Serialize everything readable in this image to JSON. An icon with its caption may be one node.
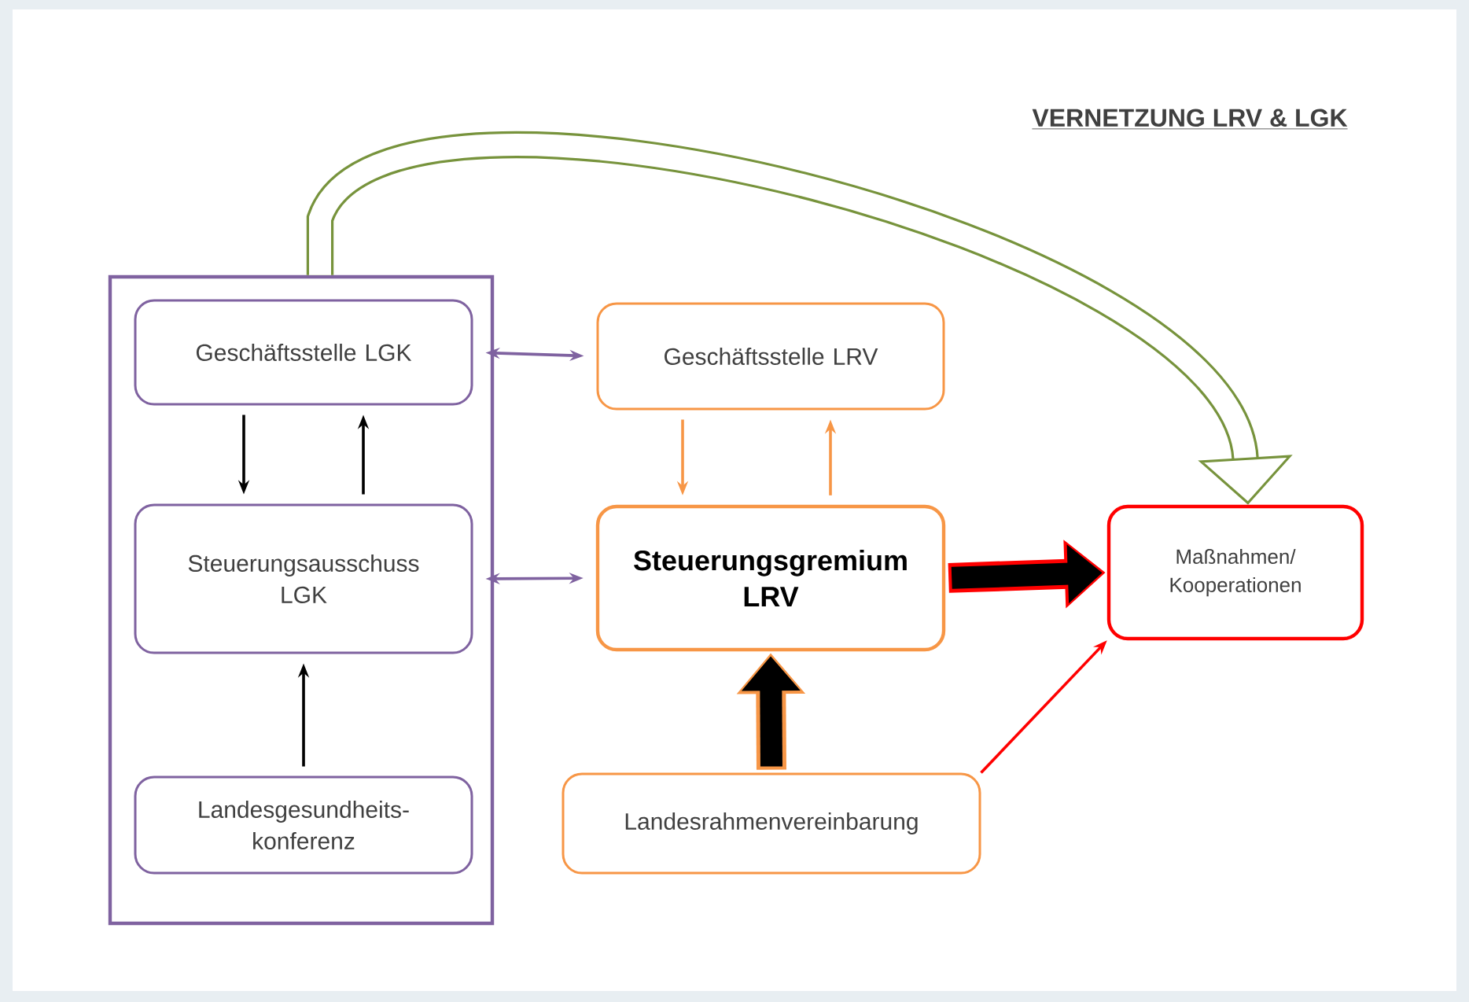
{
  "diagram": {
    "title": "VERNETZUNG LRV & LGK",
    "nodes": [
      {
        "text": [],
        "shape": "box"
      },
      {
        "text": [
          "Geschäftsstelle LGK"
        ],
        "in": 0
      },
      {
        "text": [
          "Steuerungsausschuss LGK"
        ],
        "in": 0
      },
      {
        "text": [
          "Landesgesundheits- konferenz"
        ],
        "in": 0
      },
      {
        "text": [
          "Geschäftsstelle LRV"
        ]
      },
      {
        "text": [
          "Steuerungsgremium LRV"
        ]
      },
      {
        "text": [
          "Landesrahmenvereinbarung"
        ]
      },
      {
        "text": [
          "Maßnahmen/ Kooperationen"
        ]
      }
    ],
    "edges": [
      {
        "from": 1,
        "to": 2,
        "arrow": "to",
        "color": "#000000"
      },
      {
        "from": 2,
        "to": 1,
        "arrow": "to",
        "color": "#000000"
      },
      {
        "from": 3,
        "to": 2,
        "arrow": "to",
        "color": "#000000"
      },
      {
        "from": 1,
        "to": 4,
        "arrow": "both",
        "color": "#7f62a0"
      },
      {
        "from": 2,
        "to": 5,
        "arrow": "both",
        "color": "#7f62a0"
      },
      {
        "from": 4,
        "to": 5,
        "arrow": "to",
        "color": "#f79646"
      },
      {
        "from": 5,
        "to": 4,
        "arrow": "to",
        "color": "#f79646"
      },
      {
        "from": 6,
        "to": 5,
        "arrow": "to",
        "style": "thick",
        "color": "#f79646"
      },
      {
        "from": 5,
        "to": 7,
        "arrow": "to",
        "style": "thick",
        "color": "#ff0000"
      },
      {
        "from": 6,
        "to": 7,
        "arrow": "to",
        "color": "#ff0000"
      },
      {
        "from": 0,
        "to": 7,
        "arrow": "to",
        "style": "thick",
        "color": "#77933c"
      }
    ]
  }
}
